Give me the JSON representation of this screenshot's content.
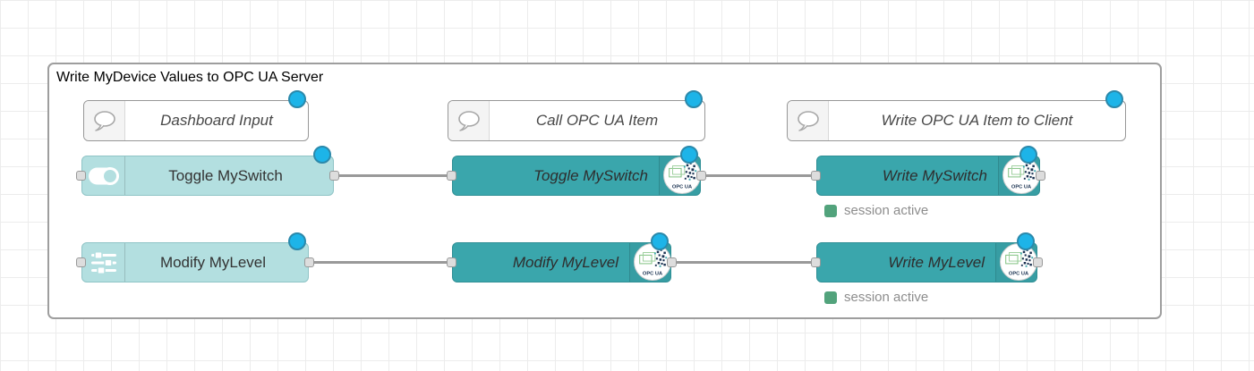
{
  "group": {
    "title": "Write MyDevice Values to OPC UA Server"
  },
  "comments": {
    "dashboard": {
      "label": "Dashboard Input"
    },
    "call": {
      "label": "Call OPC UA Item"
    },
    "write": {
      "label": "Write OPC UA Item to Client"
    }
  },
  "nodes": {
    "toggle_ui": {
      "label": "Toggle MySwitch",
      "icon": "toggle-switch-icon"
    },
    "modify_ui": {
      "label": "Modify MyLevel",
      "icon": "sliders-icon"
    },
    "toggle_opc": {
      "label": "Toggle MySwitch",
      "badge": "OPC UA"
    },
    "modify_opc": {
      "label": "Modify MyLevel",
      "badge": "OPC UA"
    },
    "write_switch": {
      "label": "Write MySwitch",
      "badge": "OPC UA",
      "status": "session active"
    },
    "write_level": {
      "label": "Write MyLevel",
      "badge": "OPC UA",
      "status": "session active"
    }
  },
  "badge": {
    "label": "OPC UA"
  },
  "colors": {
    "canvas_grid": "#ececec",
    "group_border": "#9e9e9e",
    "node_light": "#b3dfe0",
    "node_light_border": "#8fc4c6",
    "node_teal": "#3aa6ac",
    "node_teal_border": "#2f8f95",
    "comment_border": "#979797",
    "wire": "#999999",
    "port_fill": "#dddddd",
    "port_border": "#999999",
    "changed_dot": "#1db4e8",
    "changed_dot_border": "#2b89ab",
    "status_green": "#52a37c",
    "status_text": "#8d8d8d"
  }
}
